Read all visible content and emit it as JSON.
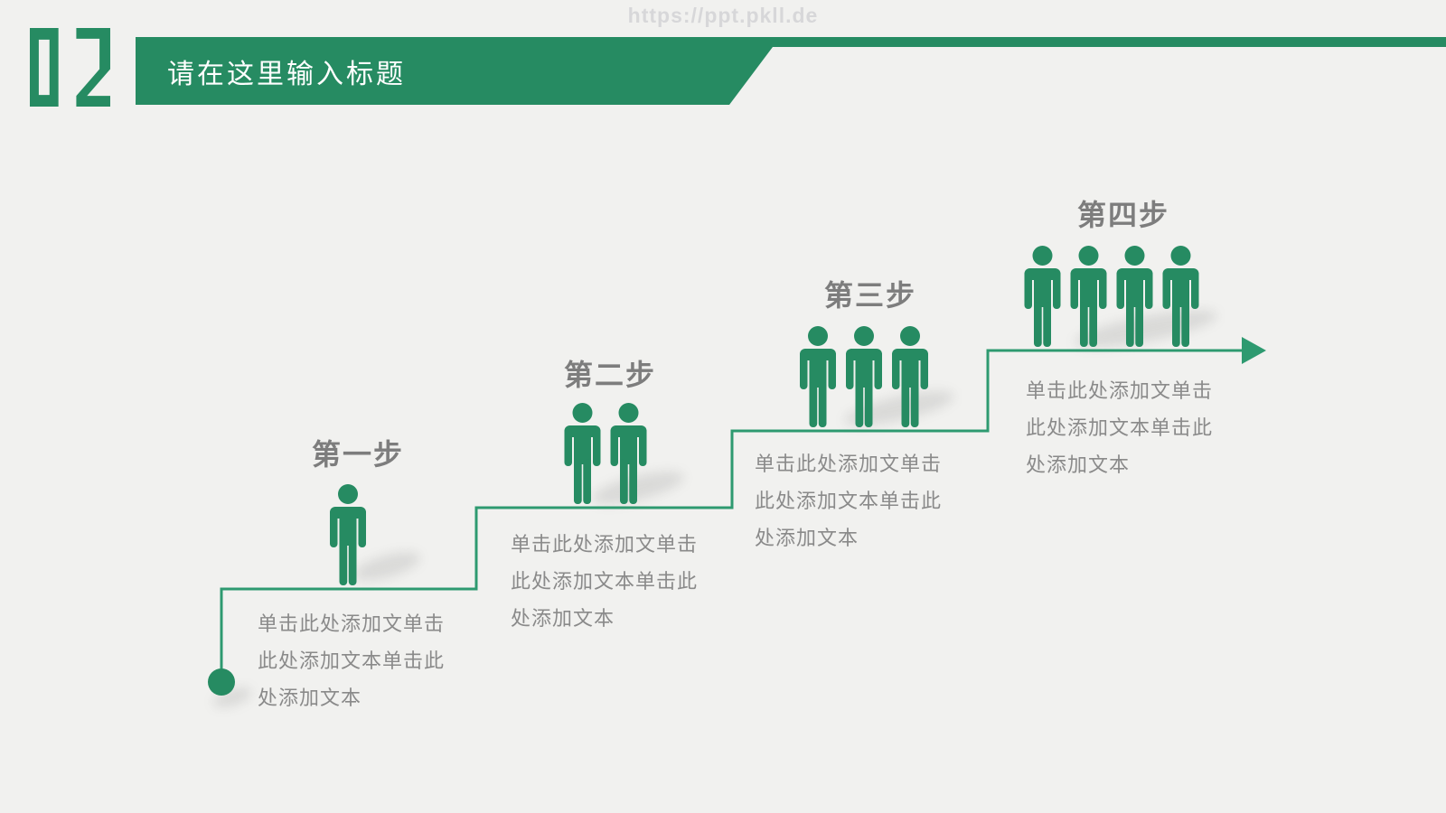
{
  "page": {
    "background_color": "#f1f1ef",
    "watermark_text": "https://ppt.pkll.de"
  },
  "header": {
    "section_number": "02",
    "title": "请在这里输入标题",
    "banner_color": "#268b62",
    "title_color": "#ffffff"
  },
  "colors": {
    "green": "#268b62",
    "line_green": "#2e9a70",
    "step_title_gray": "#7d7d7d",
    "body_text_gray": "#8a8a8a",
    "watermark_gray": "#d7d7d9"
  },
  "steps": [
    {
      "label": "第一步",
      "people_count": 1,
      "description_lines": [
        "单击此处添加文单击",
        "此处添加文本单击此",
        "处添加文本"
      ]
    },
    {
      "label": "第二步",
      "people_count": 2,
      "description_lines": [
        "单击此处添加文单击",
        "此处添加文本单击此",
        "处添加文本"
      ]
    },
    {
      "label": "第三步",
      "people_count": 3,
      "description_lines": [
        "单击此处添加文单击",
        "此处添加文本单击此",
        "处添加文本"
      ]
    },
    {
      "label": "第四步",
      "people_count": 4,
      "description_lines": [
        "单击此处添加文单击",
        "此处添加文本单击此",
        "处添加文本"
      ]
    }
  ]
}
